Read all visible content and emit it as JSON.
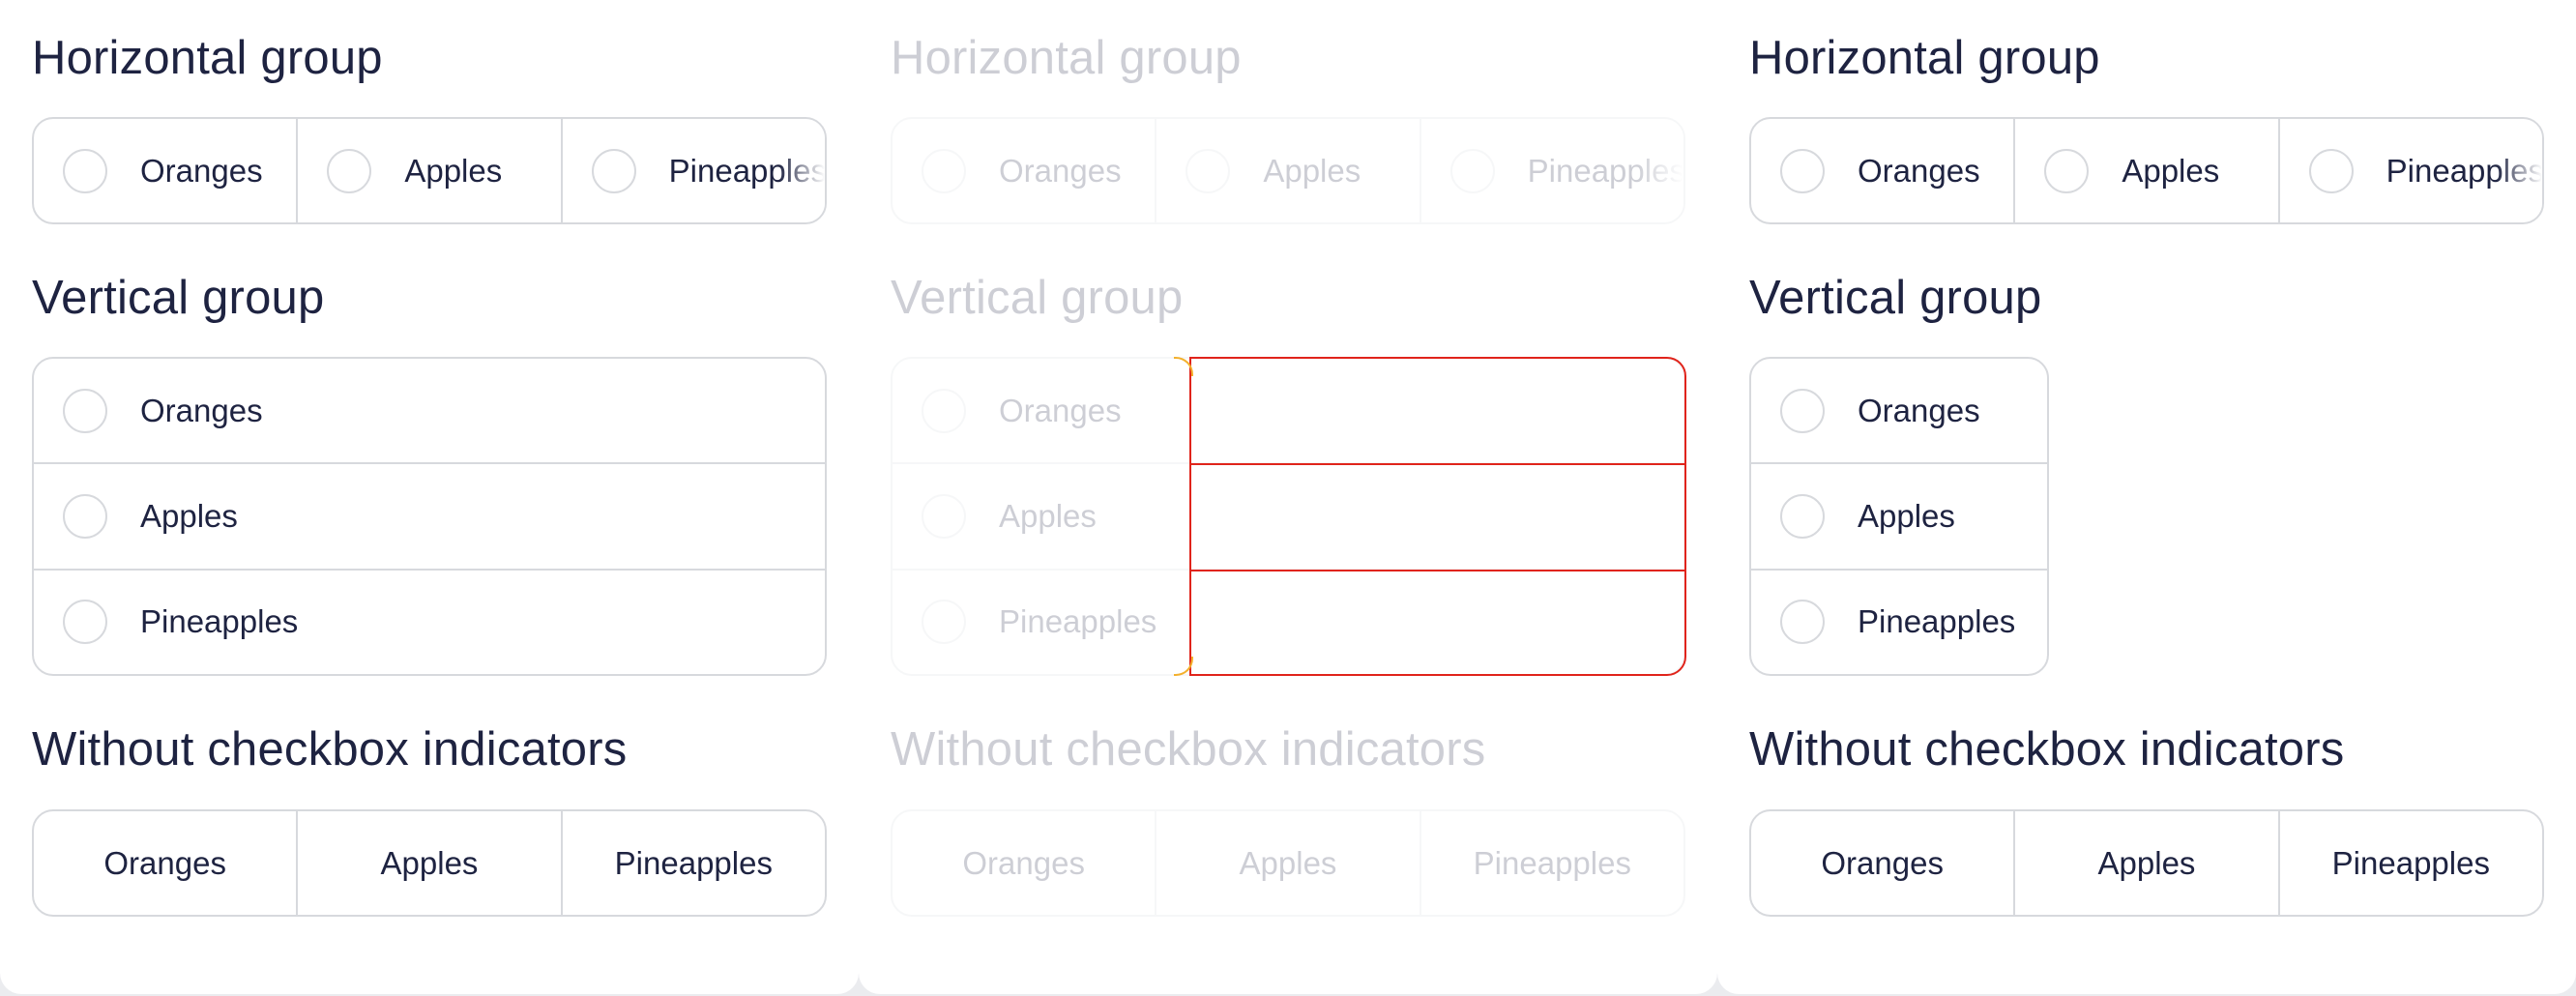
{
  "headings": {
    "horizontal": "Horizontal group",
    "vertical": "Vertical group",
    "without_indicators": "Without checkbox indicators"
  },
  "options": [
    "Oranges",
    "Apples",
    "Pineapples"
  ],
  "colors": {
    "text": "#1e2341",
    "border": "#d7d9dd",
    "background": "#ebecef",
    "highlight": "#e0241b",
    "highlight_corner": "#f3b02c"
  },
  "panels": [
    {
      "state": "default"
    },
    {
      "state": "disabled"
    },
    {
      "state": "default"
    }
  ]
}
